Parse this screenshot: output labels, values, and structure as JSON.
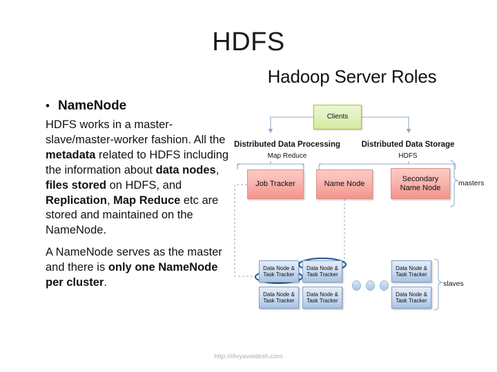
{
  "slide": {
    "title": "HDFS",
    "footer_url": "http://divyavaidesh.com"
  },
  "body": {
    "bullet_marker": "•",
    "heading": "NameNode",
    "paragraph1_parts": [
      {
        "t": "HDFS works in a master-slave/master-worker fashion. All the ",
        "b": false
      },
      {
        "t": "metadata",
        "b": true
      },
      {
        "t": " related to HDFS including the information about ",
        "b": false
      },
      {
        "t": "data nodes",
        "b": true
      },
      {
        "t": ", ",
        "b": false
      },
      {
        "t": "files stored",
        "b": true
      },
      {
        "t": " on HDFS, and ",
        "b": false
      },
      {
        "t": "Replication",
        "b": true
      },
      {
        "t": ", ",
        "b": false
      },
      {
        "t": "Map Reduce",
        "b": true
      },
      {
        "t": " etc are stored and maintained on the NameNode.",
        "b": false
      }
    ],
    "paragraph2_parts": [
      {
        "t": "A NameNode serves as the master and there is ",
        "b": false
      },
      {
        "t": "only one NameNode per cluster",
        "b": true
      },
      {
        "t": ".",
        "b": false
      }
    ]
  },
  "diagram": {
    "title": "Hadoop Server Roles",
    "clients_box": "Clients",
    "left_section": {
      "main": "Distributed Data Processing",
      "sub": "Map Reduce"
    },
    "right_section": {
      "main": "Distributed Data Storage",
      "sub": "HDFS"
    },
    "masters_label": "masters",
    "slaves_label": "slaves",
    "master_nodes": [
      {
        "label": "Job Tracker",
        "line1": "Job Tracker",
        "line2": ""
      },
      {
        "label": "Name Node",
        "line1": "Name Node",
        "line2": ""
      },
      {
        "label": "Secondary Name Node",
        "line1": "Secondary",
        "line2": "Name Node"
      }
    ],
    "slave_node": {
      "line1": "Data Node &",
      "line2": "Task Tracker"
    },
    "slave_count_visible": 6,
    "ellipsis_dots": 3,
    "colors": {
      "clients_box": "#d4ea9c",
      "master_box": "#f2938c",
      "slave_box": "#a9c4e6",
      "connector_line": "#8fa9c9",
      "dashed_line": "#8fa9c9",
      "highlight_ellipse": "#2e5f91"
    }
  }
}
